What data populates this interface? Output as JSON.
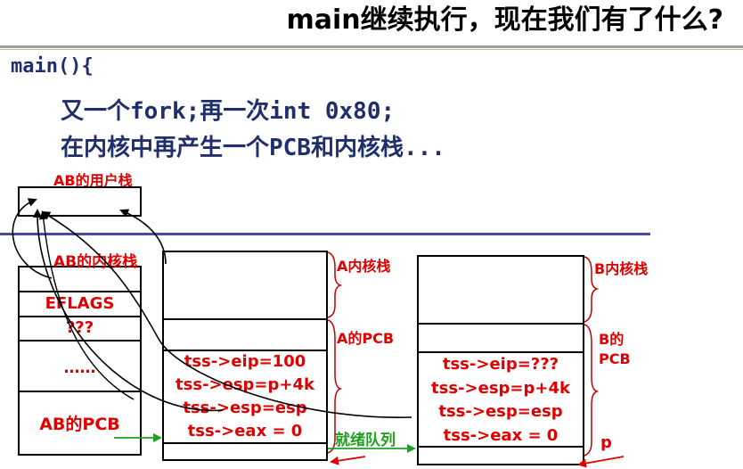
{
  "title": "main继续执行，现在我们有了什么?",
  "code": {
    "line1": "main(){",
    "line2": "又一个fork;再一次int 0x80;",
    "line3": "在内核中再产生一个PCB和内核栈..."
  },
  "labels": {
    "ab_user_stack": "AB的用户栈",
    "ab_kernel_stack": "AB的内核栈",
    "a_kernel_stack": "A内核栈",
    "a_pcb": "A的PCB",
    "b_kernel_stack": "B内核栈",
    "b_pcb_line1": "B的",
    "b_pcb_line2": "PCB",
    "ready_queue": "就绪队列",
    "p": "p"
  },
  "ab_stack_cells": [
    "EFLAGS",
    "???",
    "……",
    "AB的PCB"
  ],
  "a_pcb_cells": [
    "tss->eip=100",
    "tss->esp=p+4k",
    "tss->esp=esp",
    "tss->eax = 0"
  ],
  "b_pcb_cells": [
    "tss->eip=???",
    "tss->esp=p+4k",
    "tss->esp=esp",
    "tss->eax = 0"
  ],
  "colors": {
    "code": "#1f2f6b",
    "label": "#e00000",
    "bracket": "#c00000",
    "ready_queue": "#20a020",
    "divider": "#4a4aa0"
  }
}
